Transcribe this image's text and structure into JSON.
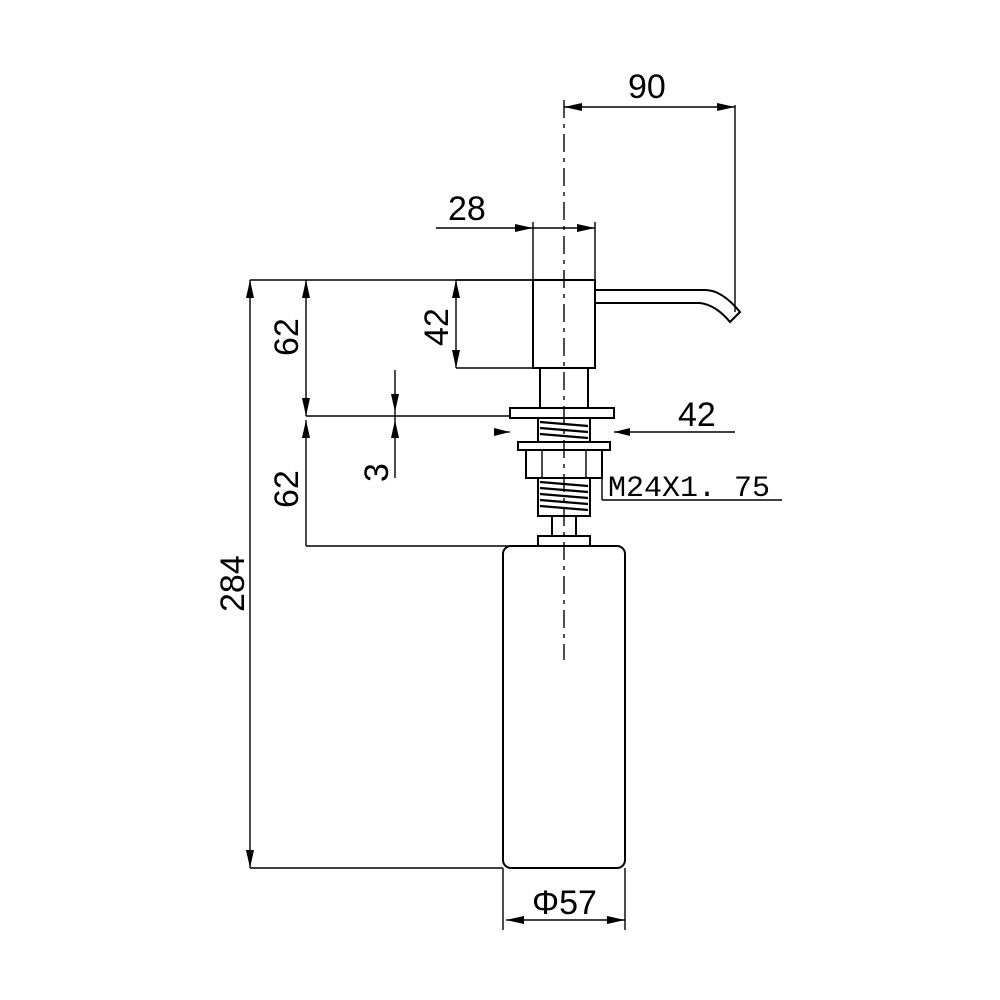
{
  "dimensions": {
    "spout_reach": "90",
    "head_width": "28",
    "head_height": "42",
    "top_section_height": "62",
    "flange_thickness": "3",
    "shank_height": "62",
    "total_height": "284",
    "flange_diameter": "42",
    "thread_spec": "M24X1. 75",
    "bottle_diameter": "Φ57"
  }
}
